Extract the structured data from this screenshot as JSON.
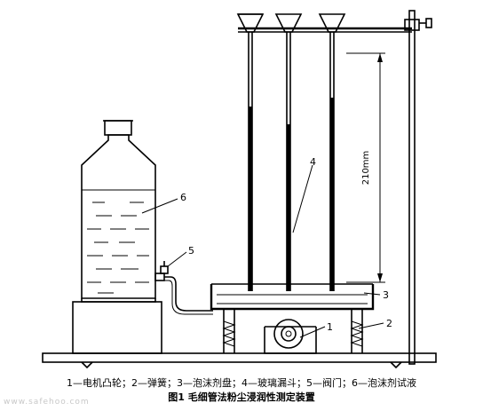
{
  "labels": {
    "l1": "1",
    "l2": "2",
    "l3": "3",
    "l4": "4",
    "l5": "5",
    "l6": "6"
  },
  "dimension": "210mm",
  "legend": "1—电机凸轮；2—弹簧；3—泡沫剂盘；4—玻璃漏斗；5—阀门；6—泡沫剂试液",
  "caption": "图1  毛细管法粉尘浸润性测定装置",
  "watermark": "www.safehoo.com"
}
